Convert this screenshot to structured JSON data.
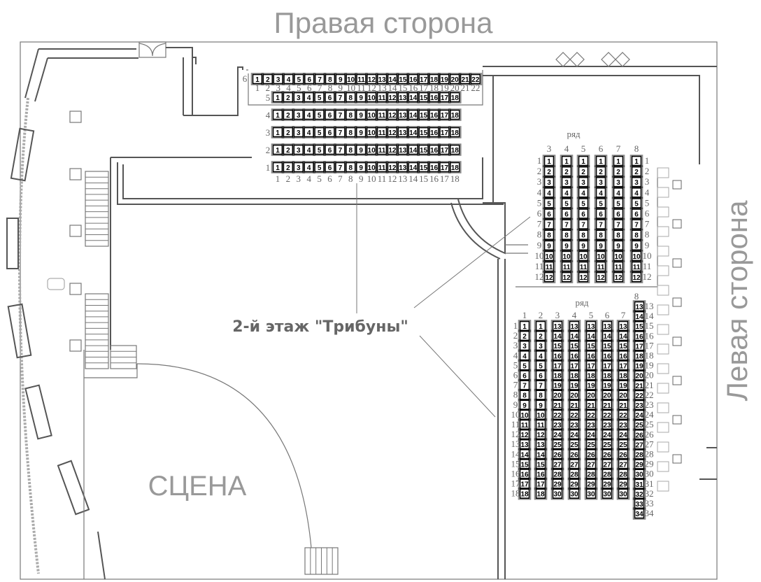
{
  "titles": {
    "right_side": "Правая сторона",
    "left_side": "Левая сторона",
    "stage": "СЦЕНА",
    "tribune": "2-й этаж \"Трибуны\""
  },
  "colors": {
    "wall": "#555555",
    "caption": "#999999",
    "tribune_label": "#666666"
  },
  "top_block": {
    "rows": [
      {
        "row": "6",
        "seats": 22,
        "tint": "#9fbcd6"
      },
      {
        "row": "5",
        "seats": 18,
        "tint": "#9fbcd6"
      },
      {
        "row": "4",
        "seats": 18,
        "tint": "#d8b0aa"
      },
      {
        "row": "3",
        "seats": 18,
        "tint": "#d8b0aa"
      },
      {
        "row": "2",
        "seats": 18,
        "tint": "#d8b0aa"
      },
      {
        "row": "1",
        "seats": 18,
        "tint": "#d8b0aa"
      }
    ]
  },
  "upper_right_block": {
    "caption": "ряд",
    "columns": [
      {
        "row": "3",
        "from": 1,
        "to": 12,
        "tint": "#e05050"
      },
      {
        "row": "4",
        "from": 1,
        "to": 12,
        "tint": "#a07070"
      },
      {
        "row": "5",
        "from": 1,
        "to": 12,
        "tint": "#7fa0c0"
      },
      {
        "row": "6",
        "from": 1,
        "to": 12,
        "tint": "#7fa0c0"
      },
      {
        "row": "7",
        "from": 1,
        "to": 12,
        "tint": "#7fa0c0"
      },
      {
        "row": "8",
        "from": 1,
        "to": 12,
        "tint": "#7fa0c0"
      }
    ]
  },
  "lower_right_block": {
    "caption": "ряд",
    "columns": [
      {
        "row": "1",
        "from": 1,
        "to": 18,
        "tint": "#c0a090"
      },
      {
        "row": "2",
        "from": 1,
        "to": 18,
        "tint": "#c0a090"
      },
      {
        "row": "3",
        "from": 13,
        "to": 30,
        "tint": "#c040c0"
      },
      {
        "row": "4",
        "from": 13,
        "to": 30,
        "tint": "#40a040"
      },
      {
        "row": "5",
        "from": 13,
        "to": 30,
        "tint": "#30c060"
      },
      {
        "row": "6",
        "from": 13,
        "to": 30,
        "tint": "#a0a040"
      },
      {
        "row": "7",
        "from": 13,
        "to": 30,
        "tint": "#e0e040"
      },
      {
        "row": "8",
        "from": 13,
        "to": 34,
        "tint": "#3050c0"
      }
    ]
  }
}
